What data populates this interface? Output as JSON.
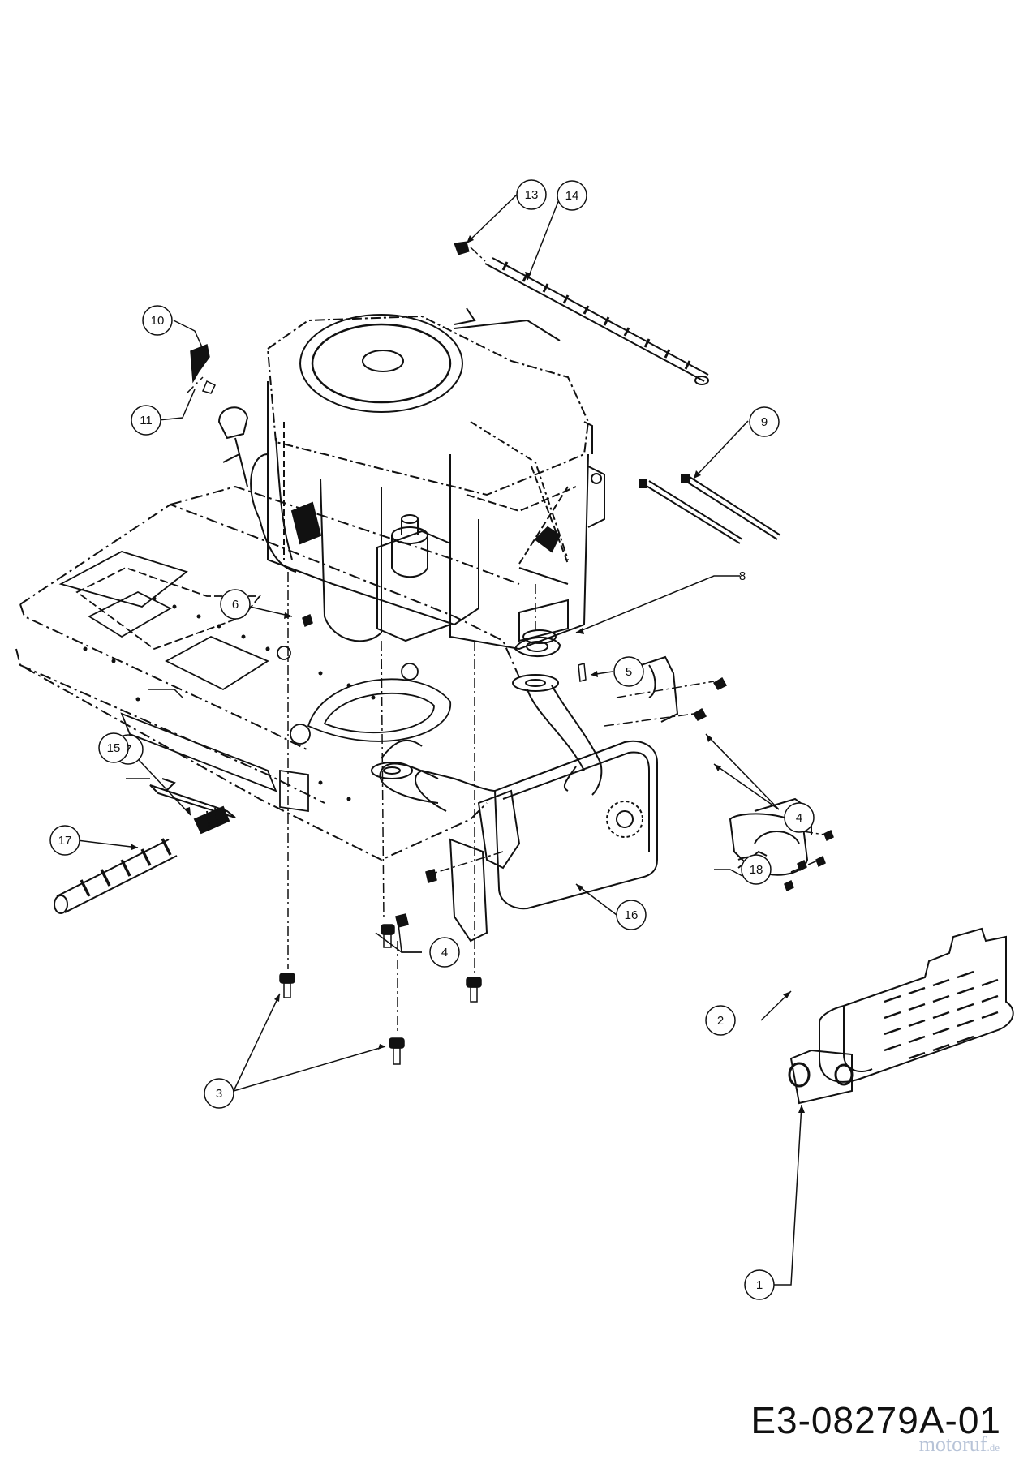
{
  "callouts": [
    "1",
    "2",
    "3",
    "4",
    "4",
    "5",
    "6",
    "7",
    "8",
    "9",
    "10",
    "11",
    "13",
    "14",
    "15",
    "16",
    "17",
    "18"
  ],
  "diagram_code": "E3-08279A-01",
  "watermark": "motoruf",
  "watermark_suffix": ".de",
  "colors": {
    "ink": "#111111",
    "watermark": "#7d93b8"
  }
}
